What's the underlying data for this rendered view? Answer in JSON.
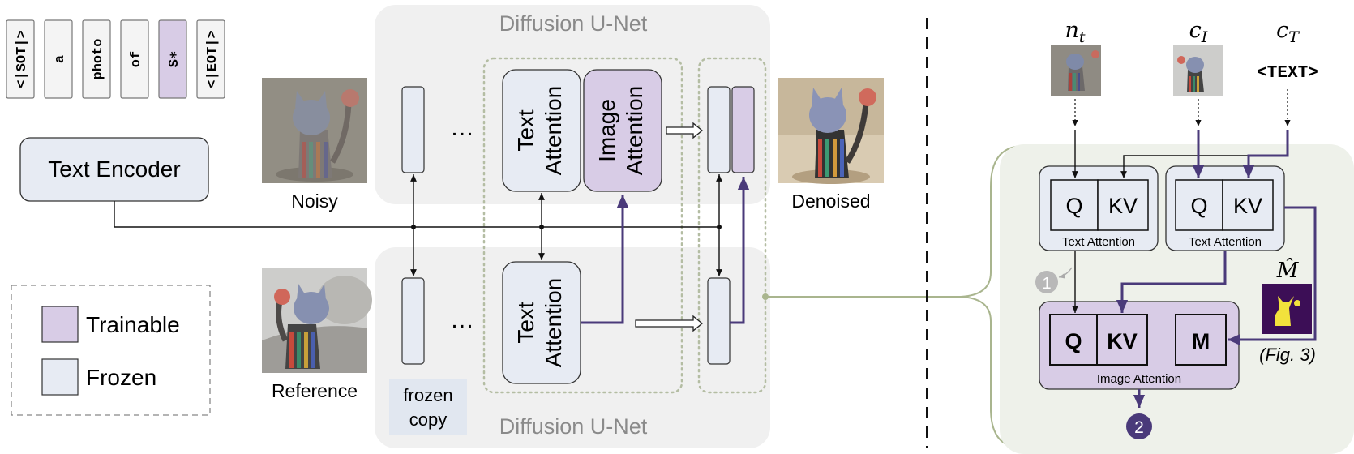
{
  "tokens": [
    "<|SOT|>",
    "a",
    "photo",
    "of",
    "S∗",
    "<|EOT|>"
  ],
  "text_encoder": "Text Encoder",
  "legend": {
    "trainable": "Trainable",
    "frozen": "Frozen"
  },
  "images": {
    "noisy": "Noisy",
    "reference": "Reference",
    "denoised": "Denoised"
  },
  "unet_top": "Diffusion U-Net",
  "unet_bottom": "Diffusion U-Net",
  "frozen_copy": [
    "frozen",
    "copy"
  ],
  "ellipsis": "…",
  "attn": {
    "text_attention_1": "Text",
    "text_attention_2": "Attention",
    "image_attention_1": "Image",
    "image_attention_2": "Attention"
  },
  "detail": {
    "inputs": {
      "n": "n",
      "n_sub": "t",
      "cI": "c",
      "cI_sub": "I",
      "cT": "c",
      "cT_sub": "T",
      "text": "<TEXT>"
    },
    "q": "Q",
    "kv": "KV",
    "m": "M",
    "text_attention": "Text Attention",
    "image_attention": "Image Attention",
    "mask_symbol": "M̂",
    "fig_ref": "(Fig. 3)",
    "step1": "1",
    "step2": "2"
  },
  "colors": {
    "trainable": "#d8cce6",
    "frozen": "#e7ebf3",
    "purple_line": "#4a3a7a",
    "panel_bg": "#f0f0f0",
    "detail_bg": "#eef1ea"
  }
}
